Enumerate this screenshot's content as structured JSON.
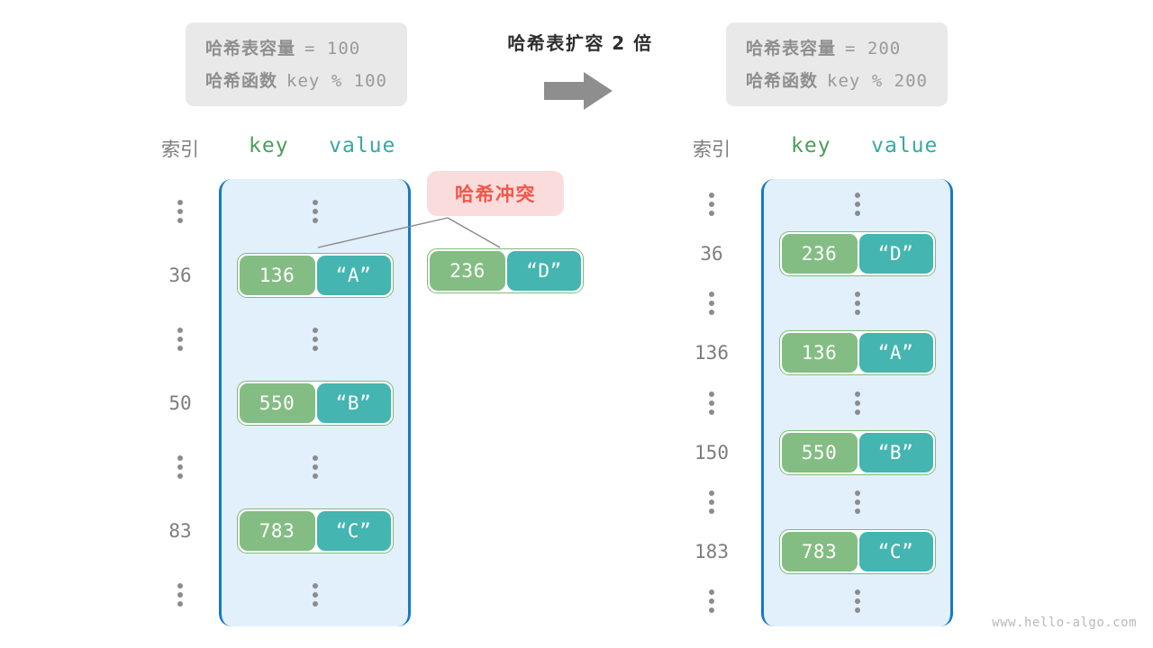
{
  "title": "哈希表扩容 2 倍",
  "watermark": "www.hello-algo.com",
  "colors": {
    "bucket_fill": "#e2f0fb",
    "bucket_border": "#1579c8",
    "key_cell": "#83bd83",
    "value_cell": "#44b5b0",
    "pill_border": "#7fba77",
    "badge_bg": "#fadcdc",
    "badge_text": "#f2574a",
    "info_bg": "#e9e9e9",
    "info_text": "#8e8e8e",
    "index_text": "#7d7d7d",
    "arrow": "#8e8e8e"
  },
  "info_left": {
    "capacity_label": "哈希表容量",
    "capacity_expr": "= 100",
    "function_label": "哈希函数",
    "function_expr": "key % 100"
  },
  "info_right": {
    "capacity_label": "哈希表容量",
    "capacity_expr": "= 200",
    "function_label": "哈希函数",
    "function_expr": "key % 200"
  },
  "collision_badge": "哈希冲突",
  "arrow_icon": "right-arrow-icon",
  "left_table": {
    "index_header": "索引",
    "key_header": "key",
    "value_header": "value",
    "rows": [
      {
        "type": "dots",
        "index": ""
      },
      {
        "type": "entry",
        "index": "36",
        "key": "136",
        "value": "“A”"
      },
      {
        "type": "dots",
        "index": ""
      },
      {
        "type": "entry",
        "index": "50",
        "key": "550",
        "value": "“B”"
      },
      {
        "type": "dots",
        "index": ""
      },
      {
        "type": "entry",
        "index": "83",
        "key": "783",
        "value": "“C”"
      },
      {
        "type": "dots",
        "index": ""
      }
    ]
  },
  "overflow_entry": {
    "key": "236",
    "value": "“D”"
  },
  "right_table": {
    "index_header": "索引",
    "key_header": "key",
    "value_header": "value",
    "rows": [
      {
        "type": "dots",
        "index": ""
      },
      {
        "type": "entry",
        "index": "36",
        "key": "236",
        "value": "“D”"
      },
      {
        "type": "dots",
        "index": ""
      },
      {
        "type": "entry",
        "index": "136",
        "key": "136",
        "value": "“A”"
      },
      {
        "type": "dots",
        "index": ""
      },
      {
        "type": "entry",
        "index": "150",
        "key": "550",
        "value": "“B”"
      },
      {
        "type": "dots",
        "index": ""
      },
      {
        "type": "entry",
        "index": "183",
        "key": "783",
        "value": "“C”"
      },
      {
        "type": "dots",
        "index": ""
      }
    ]
  }
}
